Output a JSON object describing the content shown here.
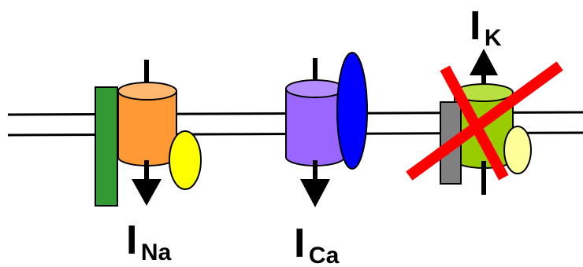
{
  "diagram": {
    "currents": {
      "na": {
        "symbol": "I",
        "subscript": "Na"
      },
      "ca": {
        "symbol": "I",
        "subscript": "Ca"
      },
      "k": {
        "symbol": "I",
        "subscript": "K"
      }
    },
    "colors": {
      "membrane": "#000000",
      "na_channel": "#ff9933",
      "na_channel_top": "#ffb870",
      "na_beta_subunit": "#ffff00",
      "na_anchor": "#339933",
      "ca_channel": "#9966ff",
      "ca_channel_top": "#b38cff",
      "ca_subunit": "#0000ff",
      "k_channel": "#99cc00",
      "k_channel_top": "#b8e040",
      "k_anchor": "#808080",
      "k_subunit": "#ffff99",
      "block_cross": "#ff0000"
    },
    "icons": {
      "na_arrow": "arrow-down-icon",
      "ca_arrow": "arrow-down-icon",
      "k_arrow": "arrow-up-icon",
      "k_block": "red-x-icon"
    },
    "k_channel_blocked": true
  }
}
